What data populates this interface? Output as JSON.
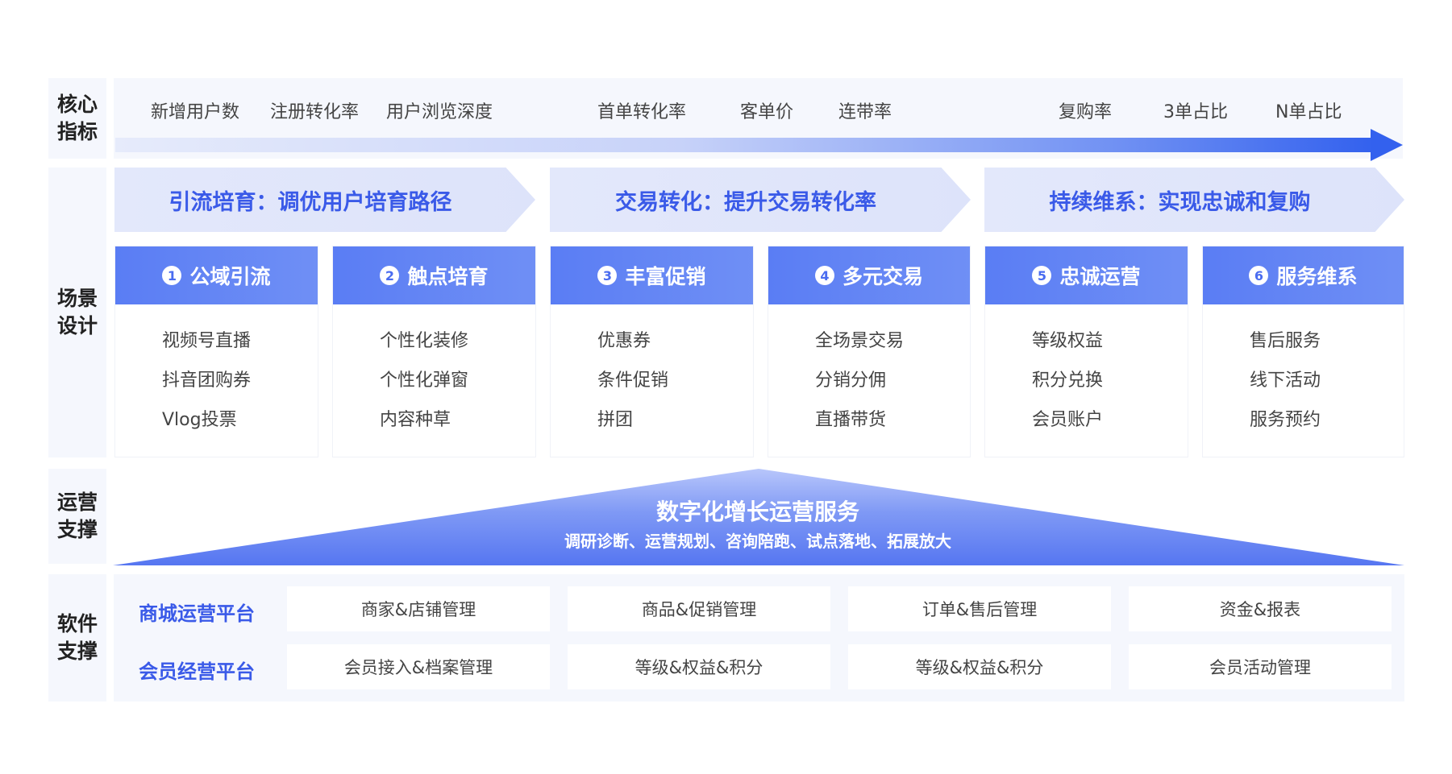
{
  "sections": {
    "core": "核心\n指标",
    "scenario": "场景\n设计",
    "ops": "运营\n支撑",
    "software": "软件\n支撑"
  },
  "metrics": [
    "新增用户数",
    "注册转化率",
    "用户浏览深度",
    "首单转化率",
    "客单价",
    "连带率",
    "复购率",
    "3单占比",
    "N单占比"
  ],
  "stages": [
    "引流培育：调优用户培育路径",
    "交易转化：提升交易转化率",
    "持续维系：实现忠诚和复购"
  ],
  "cards": [
    {
      "num": "1",
      "title": "公域引流",
      "items": [
        "视频号直播",
        "抖音团购券",
        "Vlog投票"
      ]
    },
    {
      "num": "2",
      "title": "触点培育",
      "items": [
        "个性化装修",
        "个性化弹窗",
        "内容种草"
      ]
    },
    {
      "num": "3",
      "title": "丰富促销",
      "items": [
        "优惠券",
        "条件促销",
        "拼团"
      ]
    },
    {
      "num": "4",
      "title": "多元交易",
      "items": [
        "全场景交易",
        "分销分佣",
        "直播带货"
      ]
    },
    {
      "num": "5",
      "title": "忠诚运营",
      "items": [
        "等级权益",
        "积分兑换",
        "会员账户"
      ]
    },
    {
      "num": "6",
      "title": "服务维系",
      "items": [
        "售后服务",
        "线下活动",
        "服务预约"
      ]
    }
  ],
  "ops": {
    "title": "数字化增长运营服务",
    "subtitle": "调研诊断、运营规划、咨询陪跑、试点落地、拓展放大"
  },
  "software": [
    {
      "platform": "商城运营平台",
      "modules": [
        "商家&店铺管理",
        "商品&促销管理",
        "订单&售后管理",
        "资金&报表"
      ]
    },
    {
      "platform": "会员经营平台",
      "modules": [
        "会员接入&档案管理",
        "等级&权益&积分",
        "等级&权益&积分",
        "会员活动管理"
      ]
    }
  ],
  "colors": {
    "accent": "#3a5ae8",
    "card_header": "#5a7df4",
    "arrow_end": "#3361ee",
    "panel_bg": "#f5f7fd"
  }
}
